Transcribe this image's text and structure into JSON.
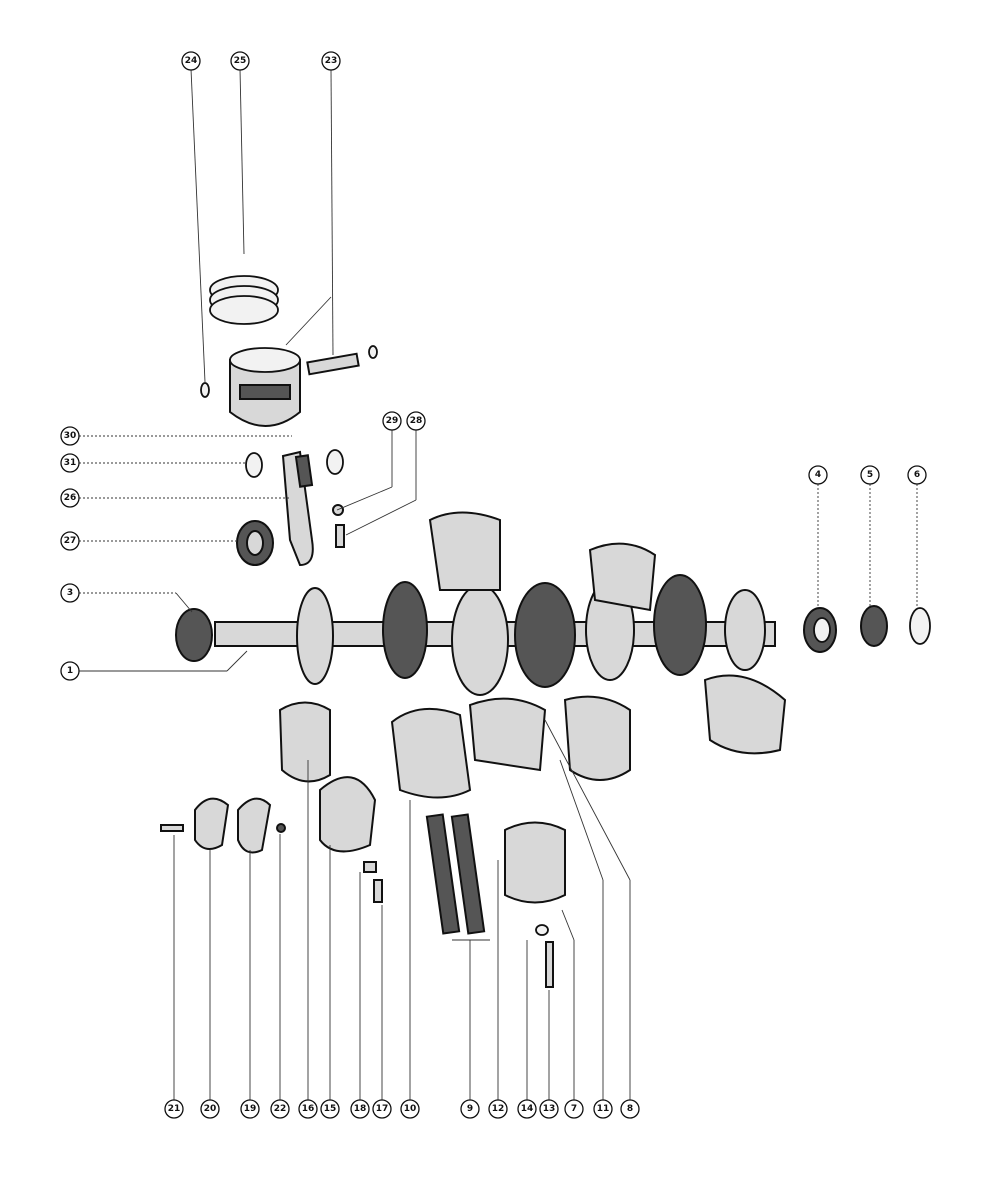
{
  "diagram": {
    "callouts": [
      {
        "label": "24"
      },
      {
        "label": "25"
      },
      {
        "label": "23"
      },
      {
        "label": "30"
      },
      {
        "label": "31"
      },
      {
        "label": "29"
      },
      {
        "label": "28"
      },
      {
        "label": "26"
      },
      {
        "label": "27"
      },
      {
        "label": "3"
      },
      {
        "label": "1"
      },
      {
        "label": "4"
      },
      {
        "label": "5"
      },
      {
        "label": "6"
      },
      {
        "label": "21"
      },
      {
        "label": "20"
      },
      {
        "label": "19"
      },
      {
        "label": "22"
      },
      {
        "label": "16"
      },
      {
        "label": "15"
      },
      {
        "label": "18"
      },
      {
        "label": "17"
      },
      {
        "label": "10"
      },
      {
        "label": "9"
      },
      {
        "label": "12"
      },
      {
        "label": "14"
      },
      {
        "label": "13"
      },
      {
        "label": "7"
      },
      {
        "label": "11"
      },
      {
        "label": "8"
      }
    ],
    "colors": {
      "ink": "#111111",
      "paper": "#ffffff",
      "part_shade": "#d8d8d8"
    }
  }
}
